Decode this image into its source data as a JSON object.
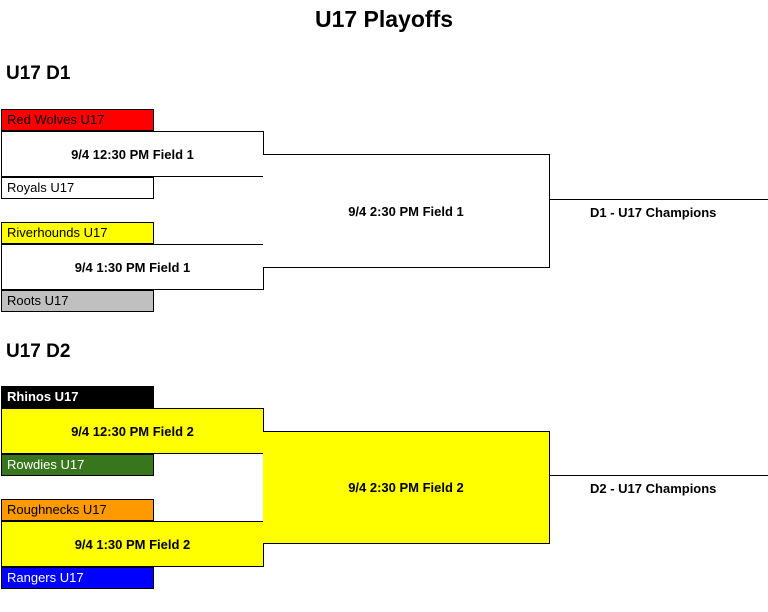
{
  "title": "U17 Playoffs",
  "divisions": [
    {
      "name": "U17 D1",
      "semifinals": [
        {
          "game": "9/4 12:30 PM Field 1",
          "top_team": {
            "name": "Red Wolves U17",
            "color": "#ff0000",
            "text_color": "#000000"
          },
          "bottom_team": {
            "name": "Royals U17",
            "color": "#ffffff",
            "text_color": "#000000"
          }
        },
        {
          "game": "9/4 1:30 PM Field 1",
          "top_team": {
            "name": "Riverhounds U17",
            "color": "#ffff00",
            "text_color": "#000000"
          },
          "bottom_team": {
            "name": "Roots U17",
            "color": "#c0c0c0",
            "text_color": "#000000"
          }
        }
      ],
      "final": {
        "game": "9/4 2:30 PM Field 1",
        "color": "#ffffff"
      },
      "champion": "D1 - U17 Champions"
    },
    {
      "name": "U17 D2",
      "semifinals": [
        {
          "game": "9/4 12:30 PM Field 2",
          "game_color": "#ffff00",
          "top_team": {
            "name": "Rhinos U17",
            "color": "#000000",
            "text_color": "#ffffff"
          },
          "bottom_team": {
            "name": "Rowdies U17",
            "color": "#38761d",
            "text_color": "#ffffff"
          }
        },
        {
          "game": "9/4 1:30 PM Field 2",
          "game_color": "#ffff00",
          "top_team": {
            "name": "Roughnecks U17",
            "color": "#ff9900",
            "text_color": "#000000"
          },
          "bottom_team": {
            "name": "Rangers U17",
            "color": "#0000ff",
            "text_color": "#ffffff"
          }
        }
      ],
      "final": {
        "game": "9/4 2:30 PM Field 2",
        "color": "#ffff00"
      },
      "champion": "D2 - U17 Champions"
    }
  ]
}
